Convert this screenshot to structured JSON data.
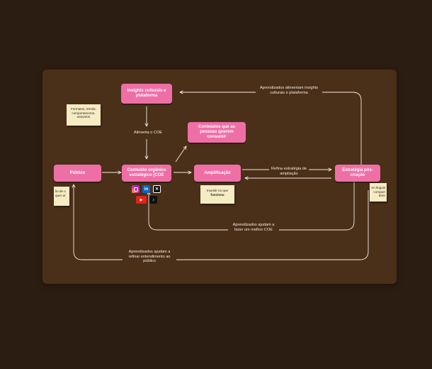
{
  "nodes": {
    "insights": "Insights culturais e plataforma",
    "publico": "Público",
    "coe": "Conteúdo orgânico estratégico (COE",
    "conteudos": "Conteúdos que as pessoas querem consumir",
    "amplificacao": "Amplificação",
    "estrategia": "Estratégia pós-criação"
  },
  "notes": {
    "formatos": "Formatos, trends, comportamento, assuntos",
    "publico_note": "lio de o quer ar",
    "amplificacao_note_1": "Investir no que",
    "amplificacao_note_2": "funciona",
    "estrategia_note": "An linguis comport dore"
  },
  "labels": {
    "alimenta": "Alimenta o COE",
    "aprendizados_alimentam": "Aprendizados alimentam insights culturais e plataforma",
    "refina": "Refina estratégia de ampliação",
    "aprendizados_coe": "Aprendizados ajudam a fazer um melhor COE",
    "aprendizados_publico": "Aprendizados ajudam a refinar entendimento ao público"
  },
  "social_icons": [
    "instagram-icon",
    "linkedin-icon",
    "x-icon",
    "youtube-icon",
    "tiktok-icon"
  ],
  "colors": {
    "background": "#2c1d12",
    "board": "#4a2f19",
    "node": "#ee6fa6",
    "sticky": "#f6ecc4",
    "line": "#f4ece2"
  }
}
